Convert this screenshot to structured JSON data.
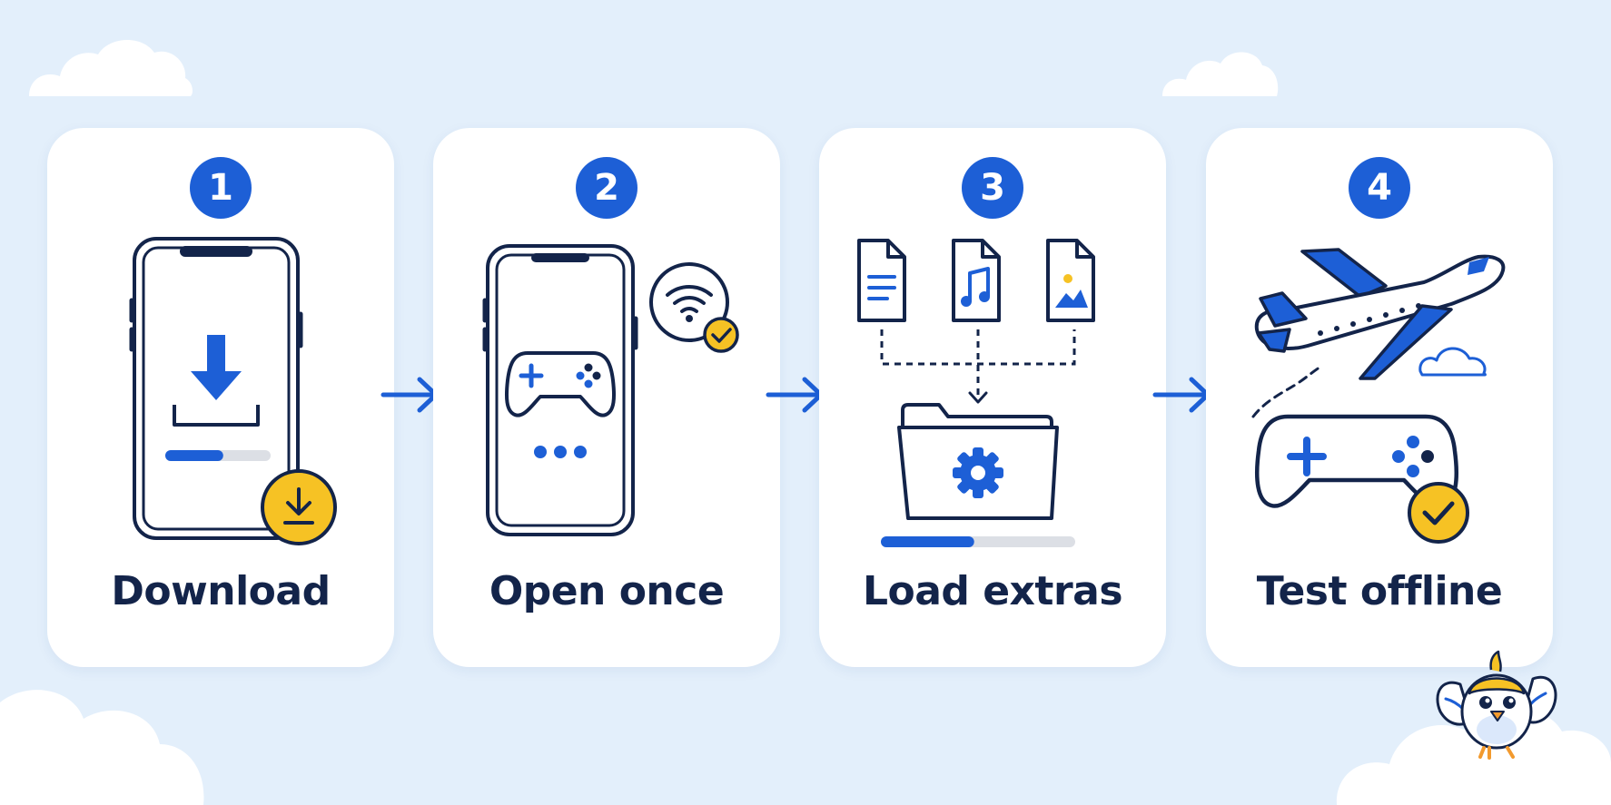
{
  "steps": [
    {
      "number": "1",
      "label": "Download",
      "icon": "phone-download-icon"
    },
    {
      "number": "2",
      "label": "Open once",
      "icon": "phone-gamepad-wifi-icon"
    },
    {
      "number": "3",
      "label": "Load extras",
      "icon": "files-to-folder-icon"
    },
    {
      "number": "4",
      "label": "Test offline",
      "icon": "airplane-gamepad-icon"
    }
  ],
  "download_progress": 0.55,
  "extras_progress": 0.48,
  "colors": {
    "background": "#e3effb",
    "card": "#ffffff",
    "accent_blue": "#1d5fd6",
    "outline_navy": "#13244a",
    "accent_yellow": "#f6c224",
    "progress_track": "#dcdfe5"
  }
}
